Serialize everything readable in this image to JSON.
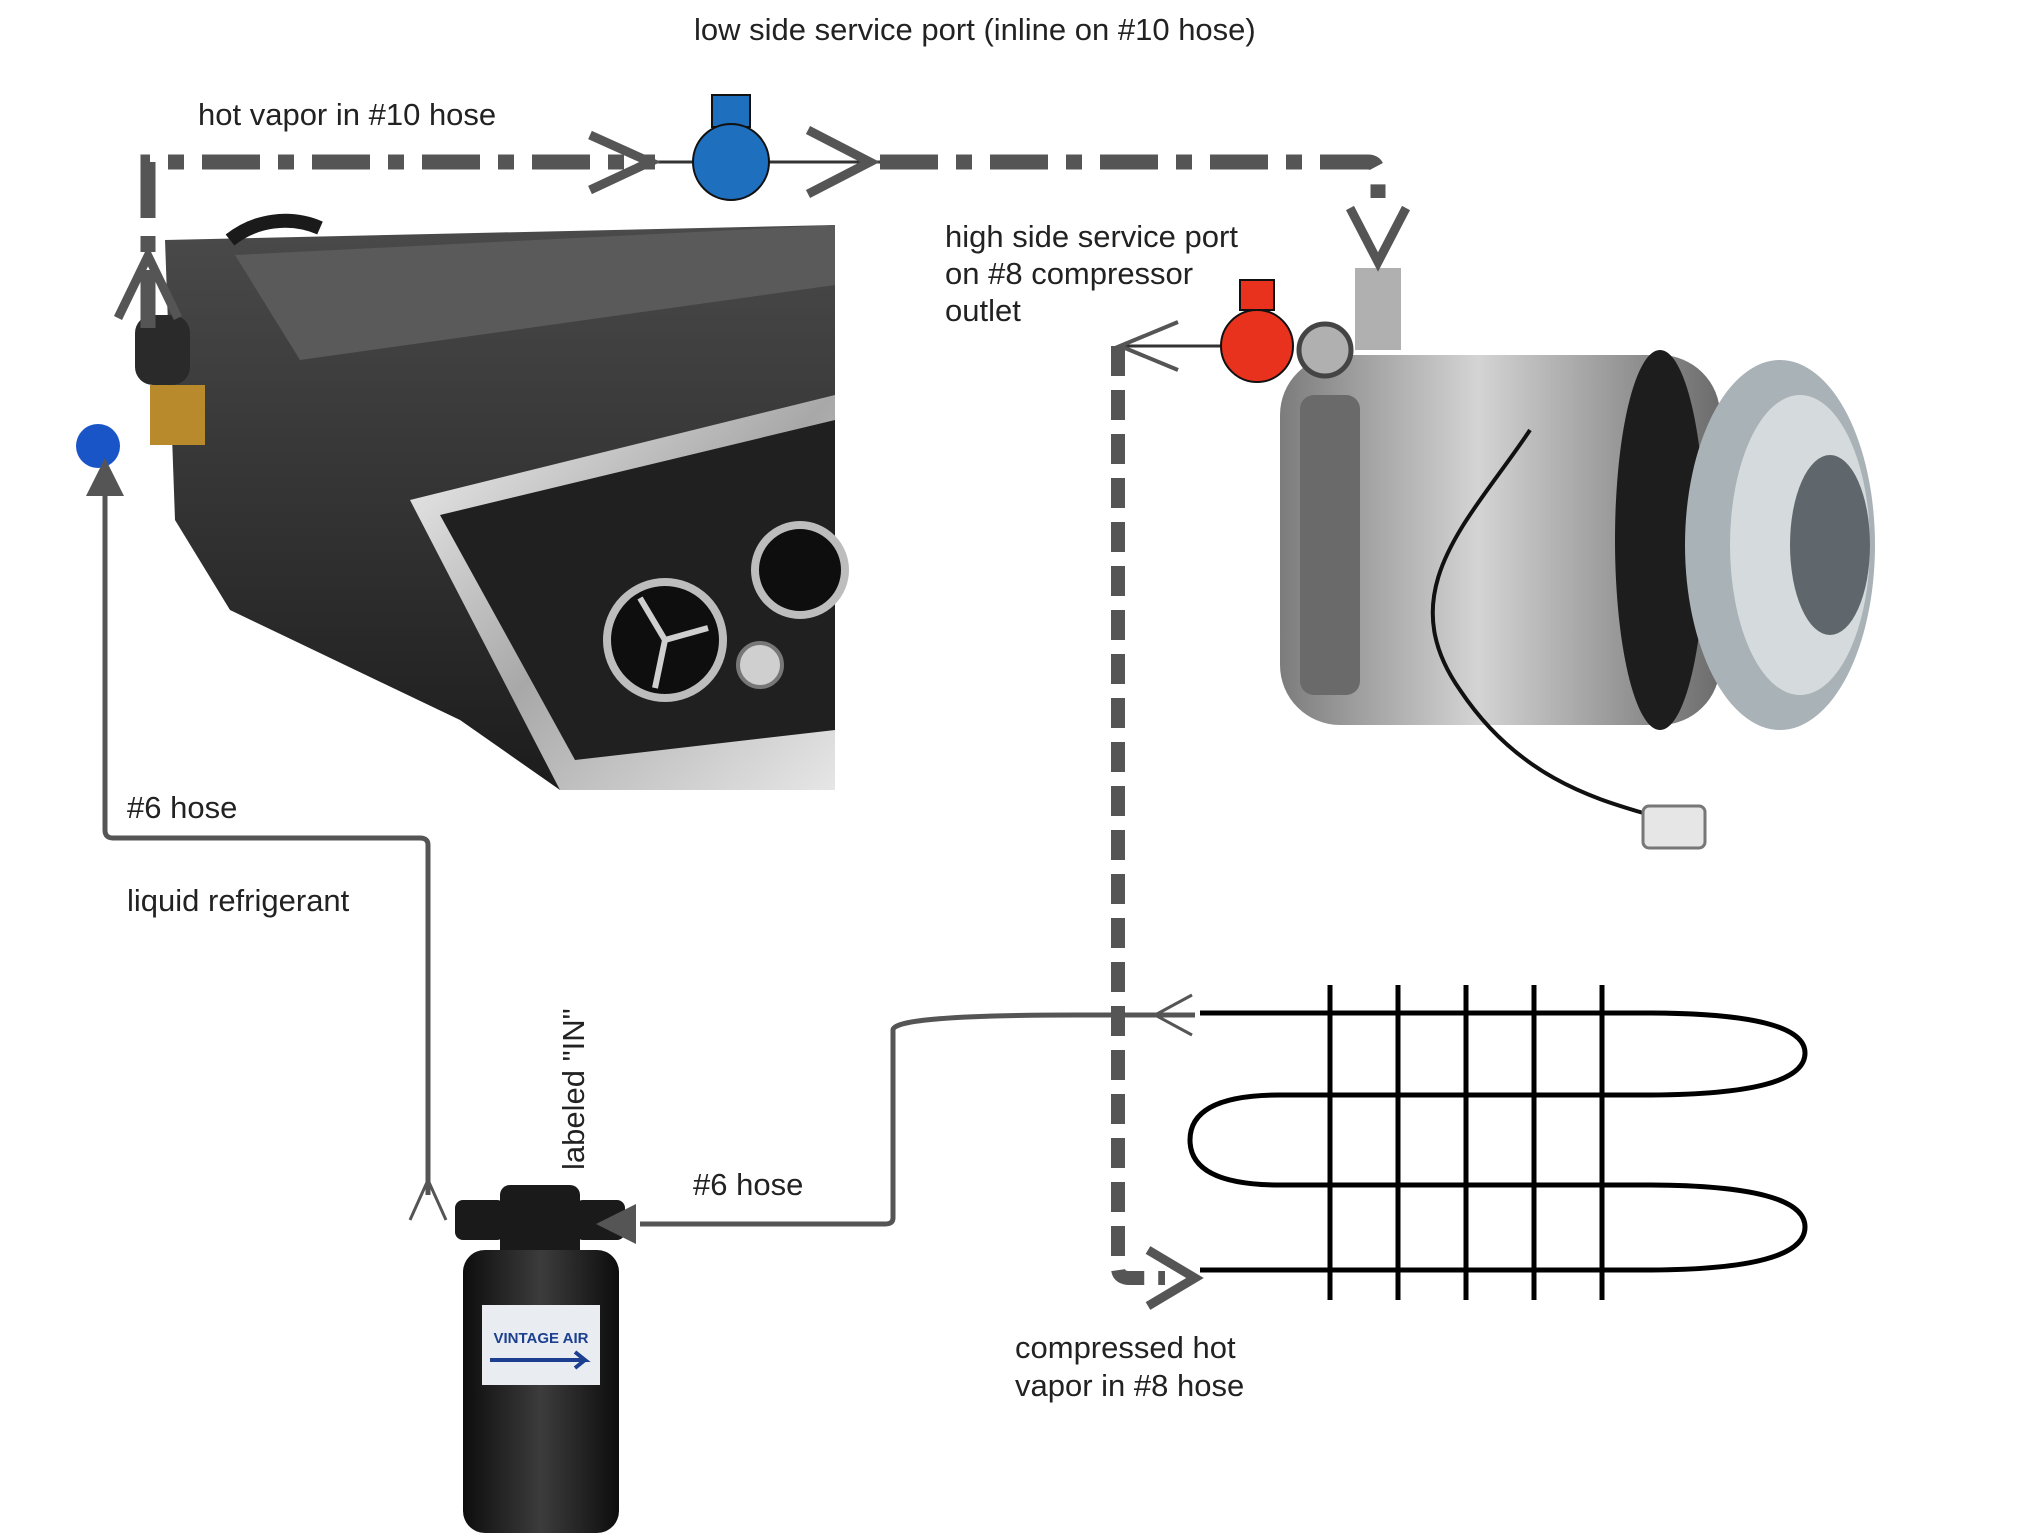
{
  "labels": {
    "low_side_port": "low side service port (inline on #10 hose)",
    "hot_vapor": "hot vapor in #10 hose",
    "high_side_port_line1": "high side service port",
    "high_side_port_line2": "on #8 compressor",
    "high_side_port_line3": "outlet",
    "hose6_evap": "#6 hose",
    "liquid_refrigerant": "liquid refrigerant",
    "labeled_in": "labeled \"IN\"",
    "hose6_drier": "#6 hose",
    "compressed_line1": "compressed hot",
    "compressed_line2": "vapor in #8 hose"
  },
  "components": {
    "evaporator": "evaporator-unit",
    "compressor": "compressor",
    "drier": "receiver-drier",
    "condenser": "condenser-coil",
    "drier_brand": "VINTAGE AIR"
  },
  "colors": {
    "hose": "#555555",
    "low_port": "#1f6fbf",
    "high_port": "#e8321e",
    "coil": "#000000"
  }
}
